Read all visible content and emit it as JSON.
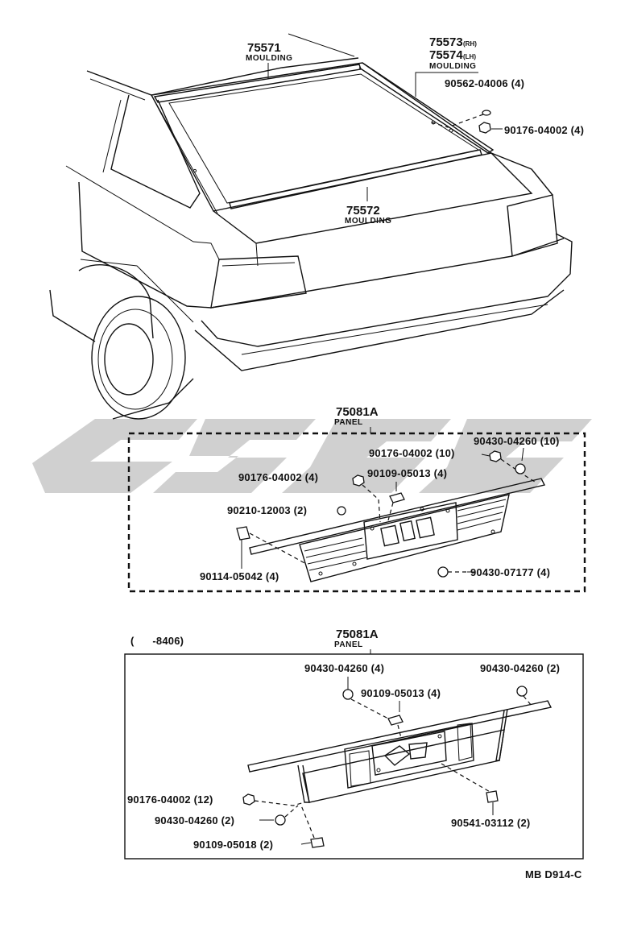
{
  "top_section": {
    "moulding_upper": {
      "part_no": "75571",
      "name": "MOULDING"
    },
    "moulding_side": {
      "part_no_rh": "75573",
      "rh_tag": "(RH)",
      "part_no_lh": "75574",
      "lh_tag": "(LH)",
      "name": "MOULDING"
    },
    "moulding_lower": {
      "part_no": "75572",
      "name": "MOULDING"
    },
    "clip": "90562-04006 (4)",
    "nut": "90176-04002 (4)"
  },
  "middle_section": {
    "panel": {
      "part_no": "75081A",
      "name": "PANEL"
    },
    "labels": [
      "90176-04002 (10)",
      "90430-04260 (10)",
      "90176-04002 (4)",
      "90109-05013 (4)",
      "90210-12003 (2)",
      "90114-05042 (4)",
      "90430-07177 (4)"
    ]
  },
  "bottom_section": {
    "date_range": "(      -8406)",
    "panel": {
      "part_no": "75081A",
      "name": "PANEL"
    },
    "labels": [
      "90430-04260 (4)",
      "90430-04260 (2)",
      "90109-05013 (4)",
      "90176-04002 (12)",
      "90430-04260 (2)",
      "90109-05018 (2)",
      "90541-03112 (2)"
    ]
  },
  "drawing_code": "MB D914-C"
}
